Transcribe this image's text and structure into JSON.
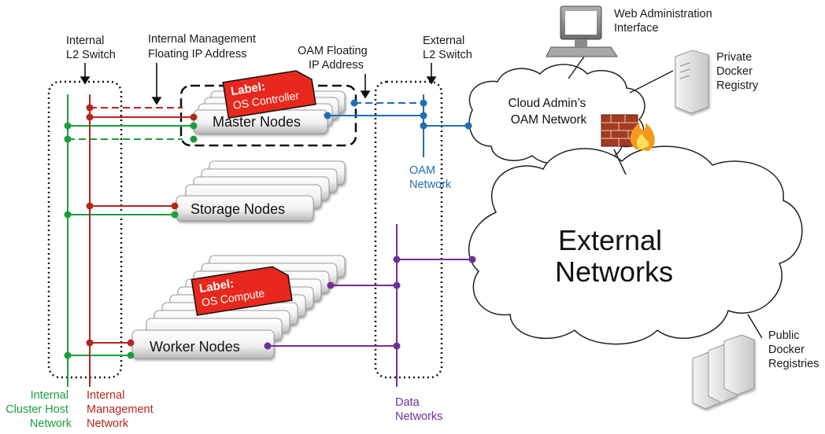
{
  "labels": {
    "internal_l2_switch": [
      "Internal",
      "L2 Switch"
    ],
    "internal_mgmt_floating_ip": [
      "Internal Management",
      "Floating IP Address"
    ],
    "oam_floating_ip": [
      "OAM Floating",
      "IP Address"
    ],
    "external_l2_switch": [
      "External",
      "L2 Switch"
    ],
    "web_admin": [
      "Web Administration",
      "Interface"
    ],
    "private_registry": [
      "Private",
      "Docker",
      "Registry"
    ],
    "public_registries": [
      "Public",
      "Docker",
      "Registries"
    ],
    "cloud_admin_network": [
      "Cloud Admin’s",
      "OAM Network"
    ],
    "external_networks": [
      "External",
      "Networks"
    ],
    "oam_network": [
      "OAM",
      "Network"
    ],
    "data_networks": [
      "Data",
      "Networks"
    ],
    "cluster_host_network": [
      "Internal",
      "Cluster Host",
      "Network"
    ],
    "internal_mgmt_network": [
      "Internal",
      "Management",
      "Network"
    ]
  },
  "nodes": {
    "master": "Master Nodes",
    "storage": "Storage Nodes",
    "worker": "Worker Nodes"
  },
  "tags": {
    "controller": {
      "head": "Label:",
      "body": "OS Controller"
    },
    "compute": {
      "head": "Label:",
      "body": "OS Compute"
    }
  },
  "colors": {
    "cluster_host": "#1a9e3c",
    "management": "#b5261f",
    "oam": "#1f6db5",
    "data": "#6f2f9a",
    "tag": "#e8281c"
  }
}
